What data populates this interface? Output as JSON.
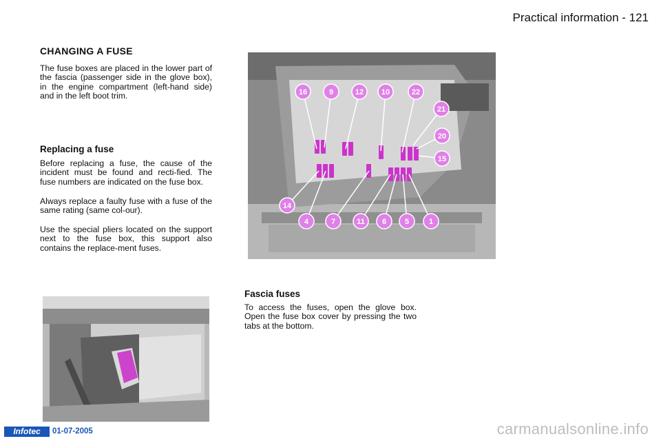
{
  "header": {
    "title": "Practical information - 121"
  },
  "section": {
    "title": "CHANGING A FUSE",
    "intro": "The fuse boxes are placed in the lower part of the fascia (passenger side in the glove box), in the engine compartment (left-hand side) and in the left boot trim."
  },
  "replacing": {
    "title": "Replacing a fuse",
    "p1": "Before replacing a fuse, the cause of the incident must be found and recti-fied. The fuse numbers are indicated on the fuse box.",
    "p2": "Always replace a faulty fuse with a fuse of the same rating (same col-our).",
    "p3": "Use the special pliers located on the support next to the fuse box, this support also contains the replace-ment fuses."
  },
  "fascia": {
    "title": "Fascia fuses",
    "text": "To access the fuses, open the glove box. Open the fuse box cover by pressing the two tabs at the bottom."
  },
  "diagram": {
    "callouts": [
      "16",
      "9",
      "12",
      "10",
      "22",
      "21",
      "20",
      "15",
      "14",
      "4",
      "7",
      "11",
      "6",
      "5",
      "1"
    ]
  },
  "footer": {
    "logo": "Infotec",
    "date": "01-07-2005",
    "watermark": "carmanualsonline.info"
  },
  "colors": {
    "callout": "#e080e8",
    "fuse": "#cc33cc",
    "brand": "#1a57b8"
  }
}
